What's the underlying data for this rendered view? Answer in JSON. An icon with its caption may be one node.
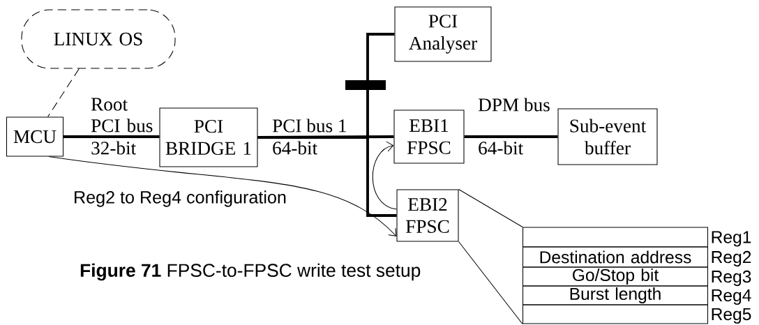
{
  "diagram": {
    "caption": "**Figure 71** FPSC-to-FPSC write test setup",
    "nodes": [
      {
        "text": [
          "LINUX OS"
        ]
      },
      {
        "text": [
          "MCU"
        ]
      },
      {
        "text": [
          "PCI BRIDGE 1"
        ]
      },
      {
        "text": [
          "PCI Analyser"
        ]
      },
      {
        "text": [
          "EBI1 FPSC"
        ]
      },
      {
        "text": [
          "Sub-event buffer"
        ]
      },
      {
        "text": [
          "EBI2 FPSC"
        ]
      },
      {
        "text": [],
        "shape": "box",
        "beside": [
          "Reg1"
        ]
      },
      {
        "text": [
          "Destination address"
        ],
        "beside": [
          "Reg2"
        ]
      },
      {
        "text": [
          "Go/Stop bit"
        ],
        "beside": [
          "Reg3"
        ]
      },
      {
        "text": [
          "Burst length"
        ],
        "beside": [
          "Reg4"
        ]
      },
      {
        "text": [],
        "shape": "box",
        "beside": [
          "Reg5"
        ]
      }
    ],
    "edges": [
      {
        "from": 0,
        "to": 1,
        "arrow": "none",
        "style": "dashed"
      },
      {
        "from": 1,
        "to": 2,
        "arrow": "none",
        "label": "Root PCI bus",
        "style": "thick"
      },
      {
        "from": 2,
        "to": 3,
        "arrow": "none",
        "style": "thick"
      },
      {
        "from": 2,
        "to": 4,
        "arrow": "none",
        "label": "PCI bus 1",
        "style": "thick"
      },
      {
        "from": 2,
        "to": 6,
        "arrow": "none",
        "style": "thick"
      },
      {
        "from": 4,
        "to": 5,
        "arrow": "none",
        "label": "DPM bus",
        "style": "thick"
      },
      {
        "from": 1,
        "to": 6,
        "arrow": "to",
        "label": "Reg2 to Reg4 configuration"
      },
      {
        "from": 6,
        "to": 4,
        "arrow": "to"
      },
      {
        "from": 6,
        "to": 7,
        "arrow": "none"
      },
      {
        "from": 6,
        "to": 11,
        "arrow": "none"
      }
    ],
    "labels": [
      "32-bit",
      "64-bit",
      "64-bit"
    ]
  }
}
